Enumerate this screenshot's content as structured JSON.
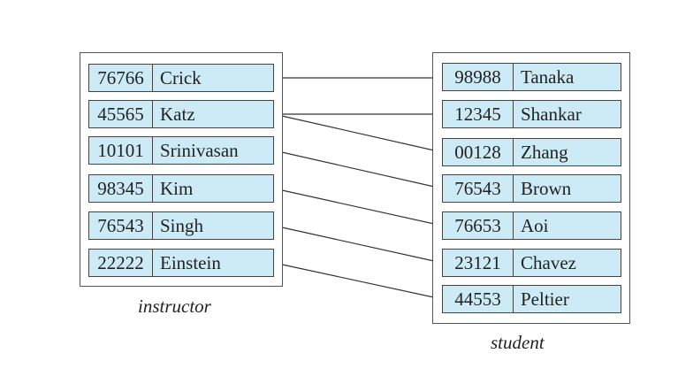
{
  "instructor": {
    "caption": "instructor",
    "rows": [
      {
        "id": "76766",
        "name": "Crick"
      },
      {
        "id": "45565",
        "name": "Katz"
      },
      {
        "id": "10101",
        "name": "Srinivasan"
      },
      {
        "id": "98345",
        "name": "Kim"
      },
      {
        "id": "76543",
        "name": "Singh"
      },
      {
        "id": "22222",
        "name": "Einstein"
      }
    ]
  },
  "student": {
    "caption": "student",
    "rows": [
      {
        "id": "98988",
        "name": "Tanaka"
      },
      {
        "id": "12345",
        "name": "Shankar"
      },
      {
        "id": "00128",
        "name": "Zhang"
      },
      {
        "id": "76543",
        "name": "Brown"
      },
      {
        "id": "76653",
        "name": "Aoi"
      },
      {
        "id": "23121",
        "name": "Chavez"
      },
      {
        "id": "44553",
        "name": "Peltier"
      }
    ]
  },
  "links": [
    {
      "from": "76766",
      "to": "98988"
    },
    {
      "from": "45565",
      "to": "12345"
    },
    {
      "from": "45565",
      "to": "00128"
    },
    {
      "from": "10101",
      "to": "76543"
    },
    {
      "from": "98345",
      "to": "76653"
    },
    {
      "from": "76543",
      "to": "23121"
    },
    {
      "from": "22222",
      "to": "44553"
    }
  ],
  "colors": {
    "row_fill": "#cdebf7",
    "border": "#444444",
    "line": "#333333"
  }
}
